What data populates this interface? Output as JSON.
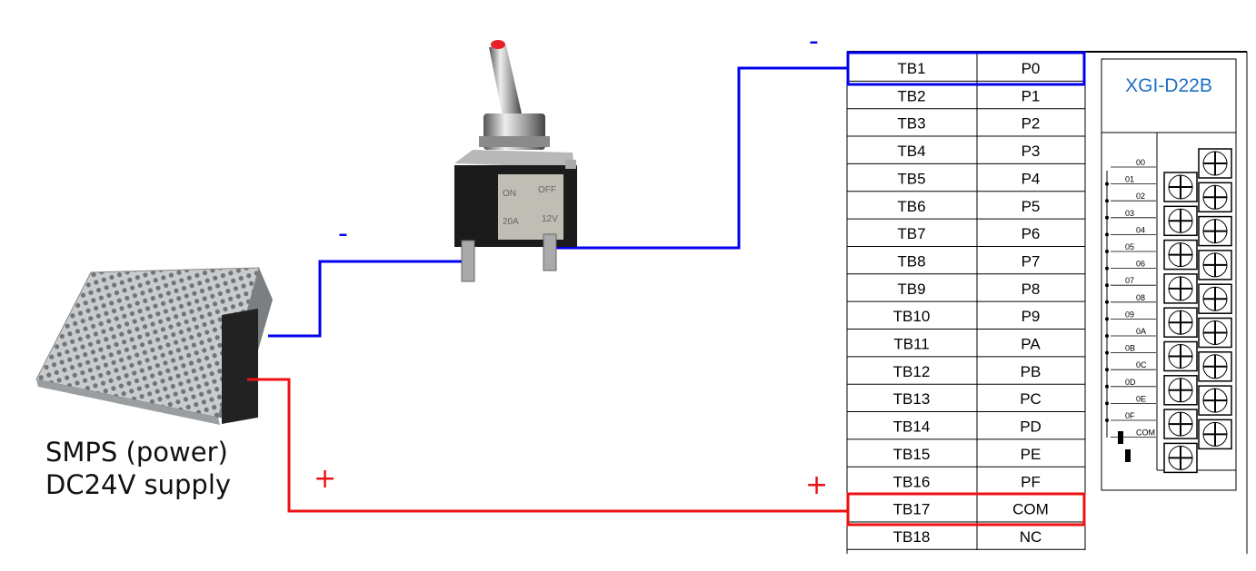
{
  "smps": {
    "line1": "SMPS (power)",
    "line2": "DC24V supply"
  },
  "signs": {
    "switch_minus": "-",
    "plc_minus": "-",
    "smps_plus": "+",
    "plc_plus": "+"
  },
  "switch": {
    "on": "ON",
    "off": "OFF",
    "current": "20A",
    "voltage": "12V"
  },
  "terminal_table": {
    "rows": [
      [
        "TB1",
        "P0"
      ],
      [
        "TB2",
        "P1"
      ],
      [
        "TB3",
        "P2"
      ],
      [
        "TB4",
        "P3"
      ],
      [
        "TB5",
        "P4"
      ],
      [
        "TB6",
        "P5"
      ],
      [
        "TB7",
        "P6"
      ],
      [
        "TB8",
        "P7"
      ],
      [
        "TB9",
        "P8"
      ],
      [
        "TB10",
        "P9"
      ],
      [
        "TB11",
        "PA"
      ],
      [
        "TB12",
        "PB"
      ],
      [
        "TB13",
        "PC"
      ],
      [
        "TB14",
        "PD"
      ],
      [
        "TB15",
        "PE"
      ],
      [
        "TB16",
        "PF"
      ],
      [
        "TB17",
        "COM"
      ],
      [
        "TB18",
        "NC"
      ]
    ],
    "highlight_negative_row": "TB1",
    "highlight_positive_row": "TB17"
  },
  "module": {
    "title": "XGI-D22B",
    "pins": [
      "00",
      "01",
      "02",
      "03",
      "04",
      "05",
      "06",
      "07",
      "08",
      "09",
      "0A",
      "0B",
      "0C",
      "0D",
      "0E",
      "0F",
      "COM"
    ]
  },
  "colors": {
    "negative_wire": "#0000ee",
    "positive_wire": "#ee1111",
    "module_title": "#1f6fc0"
  }
}
